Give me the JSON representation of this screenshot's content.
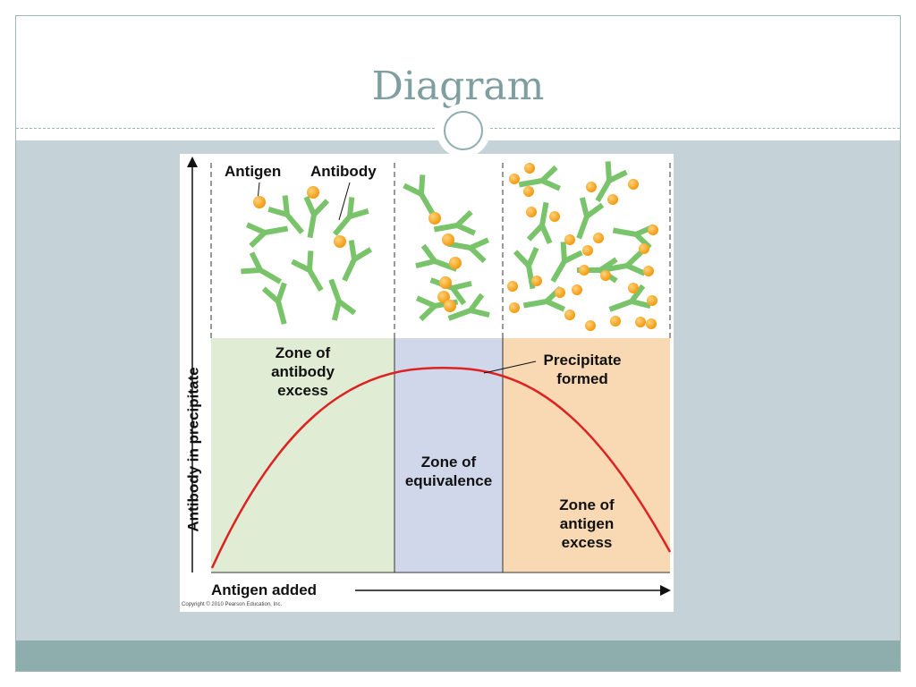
{
  "slide": {
    "title": "Diagram"
  },
  "diagram": {
    "labels": {
      "antigen": "Antigen",
      "antibody": "Antibody",
      "zone_antibody_excess": "Zone of\nantibody\nexcess",
      "zone_equivalence": "Zone of\nequivalence",
      "zone_antigen_excess": "Zone of\nantigen\nexcess",
      "precipitate_formed": "Precipitate\nformed",
      "y_axis": "Antibody in precipitate",
      "x_axis": "Antigen added",
      "copyright": "Copyright © 2010 Pearson Education, Inc."
    },
    "colors": {
      "antibody_green": "#79c36a",
      "antigen_orange": "#f5a623",
      "zone_antibody": "#e1ecd4",
      "zone_equivalence": "#d1d7ea",
      "zone_antigen": "#f9d8b4",
      "curve_red": "#dd2222"
    }
  }
}
